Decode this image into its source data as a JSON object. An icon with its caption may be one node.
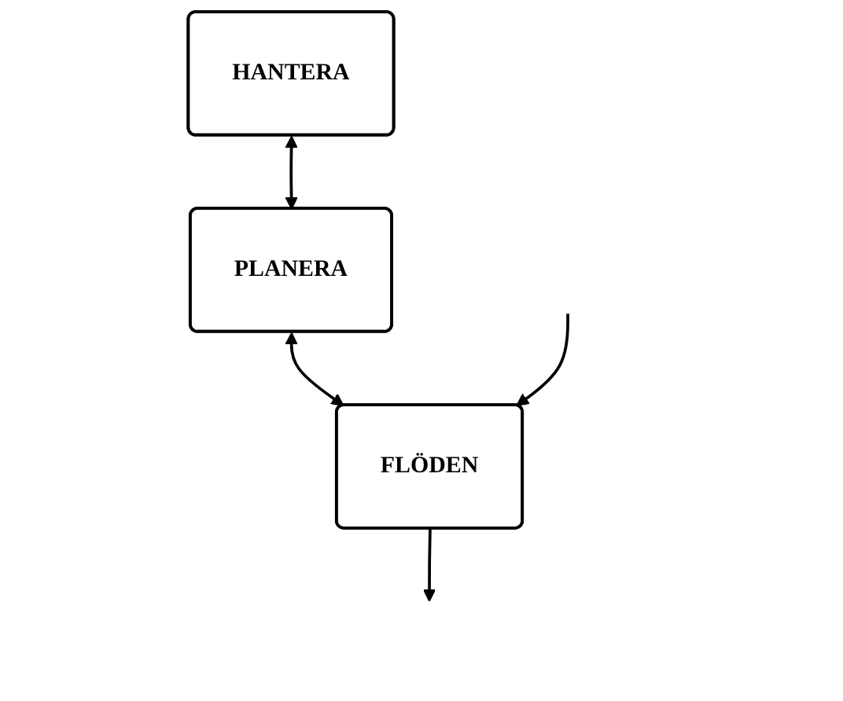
{
  "diagram": {
    "nodes": [
      {
        "text": [
          "HANTERA"
        ]
      },
      {
        "text": [
          "PLANERA"
        ]
      },
      {
        "text": [
          "FLÖDEN"
        ]
      }
    ],
    "edges": [
      {
        "from": 0,
        "to": 1,
        "arrow": "both"
      },
      {
        "from": 1,
        "to": 2,
        "arrow": "both"
      },
      {
        "from": null,
        "to": 2,
        "arrow": "to"
      },
      {
        "from": 2,
        "to": null,
        "arrow": "to"
      }
    ]
  }
}
